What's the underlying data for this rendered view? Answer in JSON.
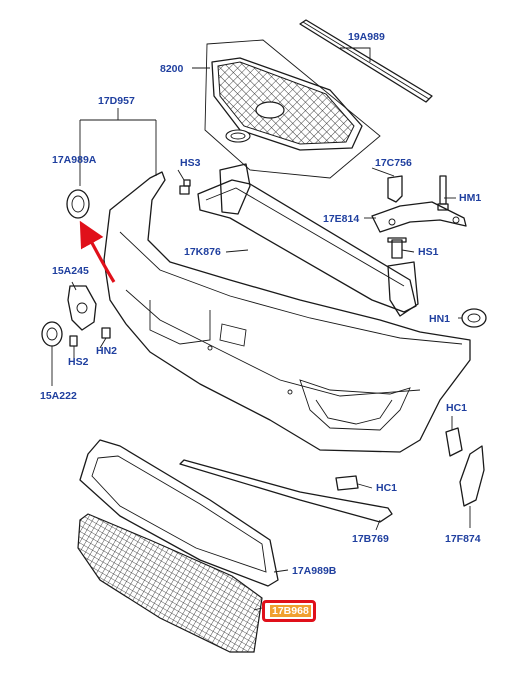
{
  "labels": {
    "p19A989": "19A989",
    "p8200": "8200",
    "p17D957": "17D957",
    "pHS3": "HS3",
    "p17C756": "17C756",
    "p17A989A": "17A989A",
    "pHM1": "HM1",
    "p17E814": "17E814",
    "p17K876": "17K876",
    "pHS1": "HS1",
    "p15A245": "15A245",
    "pHN1": "HN1",
    "pHN2": "HN2",
    "pHS2": "HS2",
    "p15A222": "15A222",
    "pHC1a": "HC1",
    "pHC1b": "HC1",
    "p17B769": "17B769",
    "p17F874": "17F874",
    "p17A989B": "17A989B",
    "p17B968": "17B968"
  },
  "colors": {
    "label": "#1f3f9f",
    "highlight_border": "#e0101a",
    "highlight_fill": "#f0a030",
    "arrow": "#e0101a"
  }
}
